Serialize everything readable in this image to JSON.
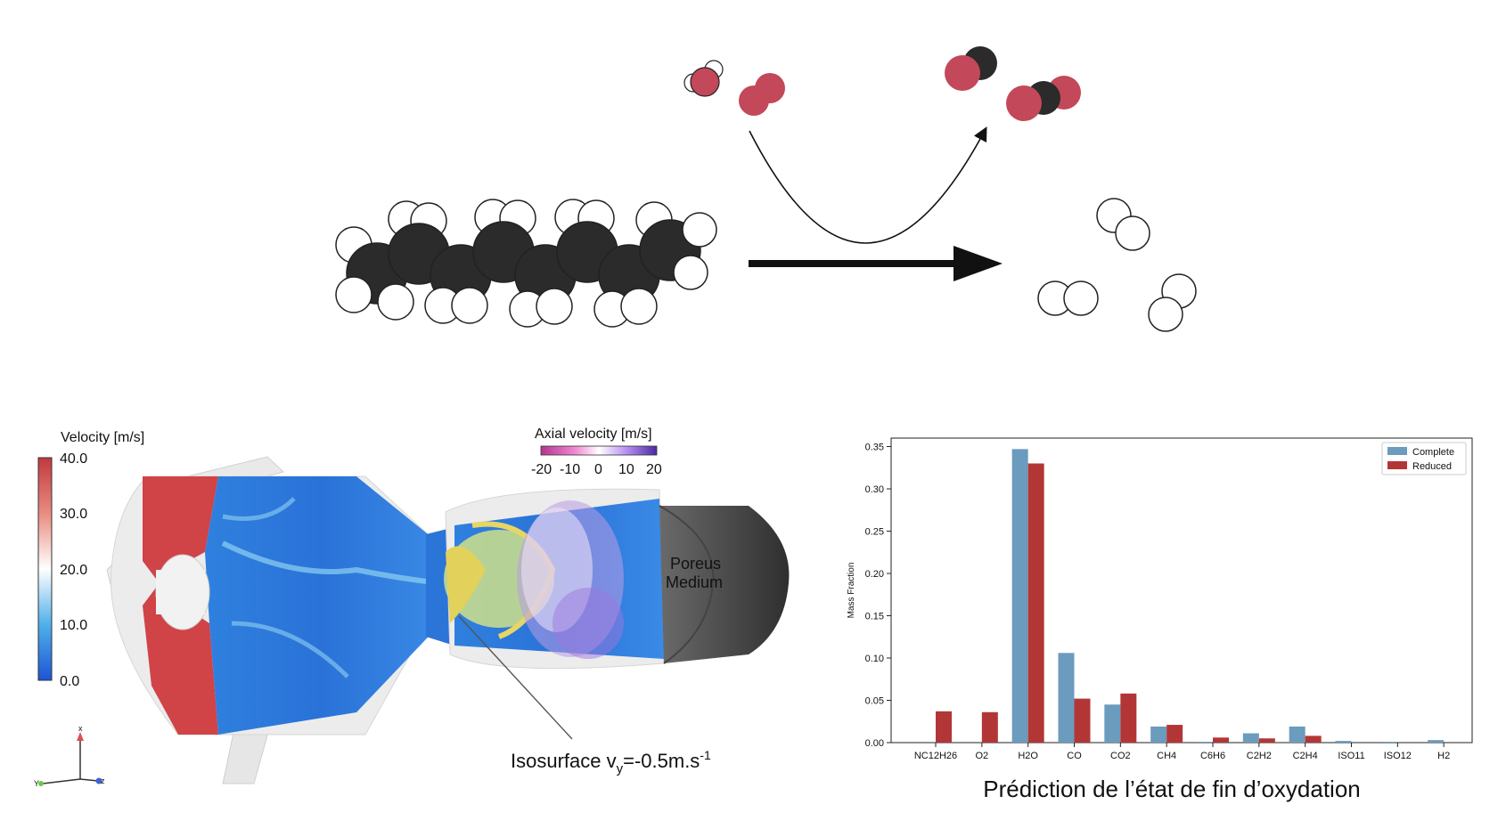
{
  "simulation": {
    "velocity_legend": {
      "title": "Velocity [m/s]",
      "ticks": [
        "40.0",
        "30.0",
        "20.0",
        "10.0",
        "0.0"
      ]
    },
    "axial_legend": {
      "title": "Axial velocity [m/s]",
      "ticks": [
        "-20",
        "-10",
        "0",
        "10",
        "20"
      ]
    },
    "porous_label_line1": "Poreus",
    "porous_label_line2": "Medium",
    "isosurface_label": "Isosurface v",
    "isosurface_sub": "y",
    "isosurface_value": "=-0.5m.s",
    "isosurface_sup": "-1",
    "triad": {
      "x": "x",
      "y": "Y",
      "z": "z"
    }
  },
  "chart_caption": "Prédiction de l’état de fin d’oxydation",
  "chart_data": {
    "type": "bar",
    "ylabel": "Mass Fraction",
    "xlabel": "",
    "ylim": [
      0,
      0.36
    ],
    "yticks": [
      "0.00",
      "0.05",
      "0.10",
      "0.15",
      "0.20",
      "0.25",
      "0.30",
      "0.35"
    ],
    "categories": [
      "NC12H26",
      "O2",
      "H2O",
      "CO",
      "CO2",
      "CH4",
      "C6H6",
      "C2H2",
      "C2H4",
      "ISO11",
      "ISO12",
      "H2"
    ],
    "series": [
      {
        "name": "Complete",
        "color": "#6b9bbd",
        "values": [
          0.0,
          0.0,
          0.347,
          0.106,
          0.045,
          0.019,
          0.001,
          0.011,
          0.019,
          0.002,
          0.001,
          0.003
        ]
      },
      {
        "name": "Reduced",
        "color": "#b33636",
        "values": [
          0.037,
          0.036,
          0.33,
          0.052,
          0.058,
          0.021,
          0.006,
          0.005,
          0.008,
          0.0,
          0.0,
          0.0
        ]
      }
    ],
    "legend_position": "top-right",
    "grid": false
  },
  "colors": {
    "carbon": "#2b2b2b",
    "oxygen": "#c2485a",
    "hydrogen": "#ffffff"
  }
}
